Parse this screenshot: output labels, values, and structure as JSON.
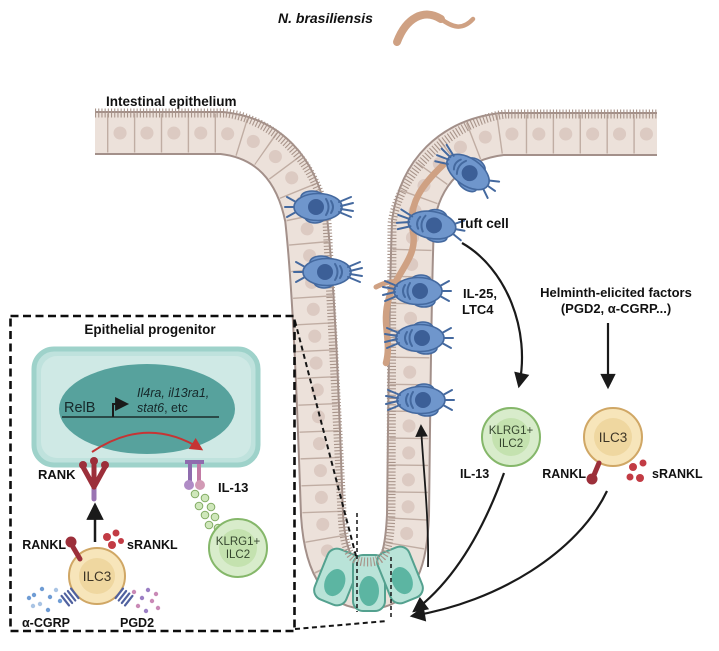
{
  "figure": {
    "pathogen_label": "N. brasiliensis",
    "epithelium_label": "Intestinal epithelium",
    "tuft_cell_label": "Tuft cell",
    "il25_line1": "IL-25,",
    "il25_line2": "LTC4",
    "helminth_line1": "Helminth-elicited factors",
    "helminth_line2": "(PGD2, α-CGRP...)",
    "il13_label": "IL-13",
    "rankl_label": "RANKL",
    "srankl_label": "sRANKL",
    "ilc2_line1": "KLRG1+",
    "ilc2_line2": "ILC2",
    "ilc3_label": "ILC3"
  },
  "inset": {
    "title": "Epithelial progenitor",
    "relb": "RelB",
    "genes_line1": "Il4ra, il13ra1,",
    "genes_line2_italic": "stat6",
    "genes_line2_rest": ", etc",
    "rank_label": "RANK",
    "il13_label": "IL-13",
    "rankl_label": "RANKL",
    "srankl_label": "sRANKL",
    "ilc3_label": "ILC3",
    "ilc2_line1": "KLRG1+",
    "ilc2_line2": "ILC2",
    "acgrp_label": "α-CGRP",
    "pgd2_label": "PGD2"
  },
  "colors": {
    "epithelium_fill": "#ece1da",
    "epithelium_border": "#a3908a",
    "tuft_blue": "#6f96cc",
    "tuft_dark": "#3c5f97",
    "progenitor_teal": "#b9e3d8",
    "teal_dark": "#57a29d",
    "ilc2_green": "#d8eccb",
    "ilc2_border": "#85b76a",
    "ilc3_orange": "#f7e5ba",
    "ilc3_border": "#d0a765",
    "rankl_red": "#9c2f3a",
    "srankl_red": "#c23b44",
    "worm_tan": "#cfa183",
    "cgrp_blue": "#6f9cd4",
    "pgd2_pink": "#c989b6",
    "arrow_black": "#1a1a1a",
    "red_arrow": "#c63434"
  }
}
